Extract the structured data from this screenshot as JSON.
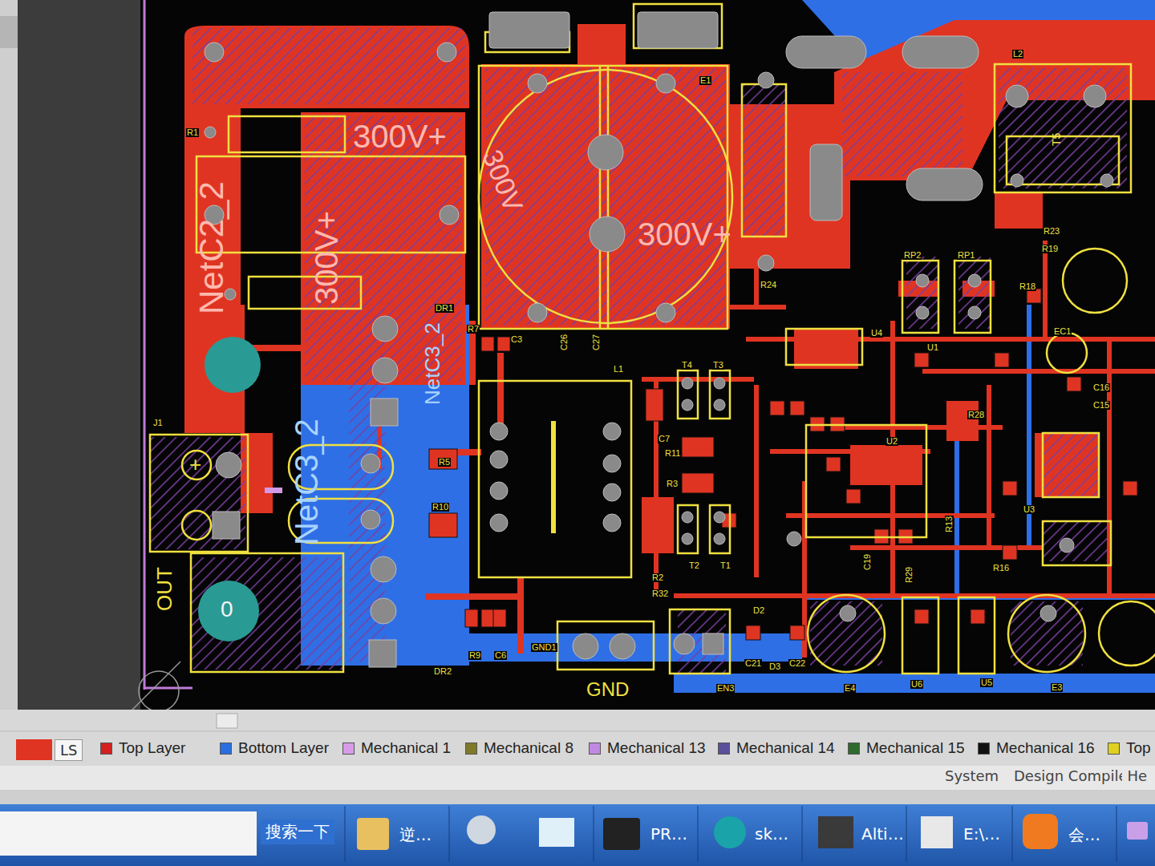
{
  "diagram": {
    "nodes": [
      {
        "text": [
          "LS"
        ]
      },
      {
        "text": [
          "System"
        ]
      },
      {
        "text": [
          "Design Compiler"
        ]
      },
      {
        "text": [
          "He"
        ]
      },
      {
        "text": [
          "搜索一下"
        ]
      },
      {
        "text": [
          "逆…"
        ]
      },
      {
        "text": [
          "PR…"
        ]
      },
      {
        "text": [
          "sk…"
        ]
      },
      {
        "text": [
          "Alti…"
        ]
      },
      {
        "text": [
          "E:\\…"
        ]
      },
      {
        "text": [
          "会…"
        ]
      }
    ],
    "labels": [
      "300V+",
      "300V+",
      "300V",
      "300V+",
      "NetC2_2",
      "NetC3_2",
      "NetC3_2",
      "OUT",
      "GND",
      "GND1",
      "L1",
      "L2",
      "T5",
      "J1",
      "R1",
      "DR1",
      "DR2",
      "R7",
      "C3",
      "R5",
      "R10",
      "R9",
      "C6",
      "C26",
      "C27",
      "E1",
      "R24",
      "T4",
      "T3",
      "T2",
      "T1",
      "R2",
      "R32",
      "R3",
      "R11",
      "C7",
      "RP2",
      "RP1",
      "R23",
      "R19",
      "EC1",
      "U1",
      "U2",
      "U3",
      "U4",
      "U5",
      "U6",
      "E4",
      "E3",
      "EN3",
      "D2",
      "D3",
      "C21",
      "C22",
      "C19",
      "R16",
      "R13",
      "C15",
      "C16",
      "R18",
      "R28",
      "R29",
      "+",
      "0"
    ],
    "legend": [
      {
        "text": "Top Layer",
        "color": "#d42020"
      },
      {
        "text": "Bottom Layer",
        "color": "#2a6fe0"
      },
      {
        "text": "Mechanical 1",
        "color": "#d79be8"
      },
      {
        "text": "Mechanical 8",
        "color": "#7f7a2a"
      },
      {
        "text": "Mechanical 13",
        "color": "#c08ae0"
      },
      {
        "text": "Mechanical 14",
        "color": "#5a4f9a"
      },
      {
        "text": "Mechanical 15",
        "color": "#2f6b2f"
      },
      {
        "text": "Mechanical 16",
        "color": "#111111"
      },
      {
        "text": "Top",
        "color": "#e0d020"
      }
    ]
  }
}
